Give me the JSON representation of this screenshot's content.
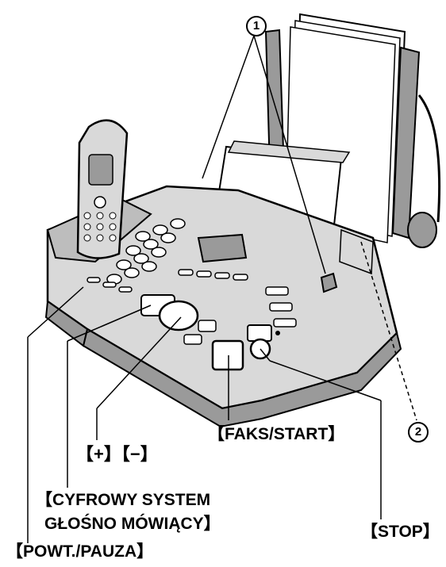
{
  "callouts": {
    "one": "1",
    "two": "2"
  },
  "labels": {
    "volume": "【+】【−】",
    "fax_start": "【FAKS/START】",
    "speaker_line1": "【CYFROWY SYSTEM",
    "speaker_line2": "GŁOŚNO MÓWIĄCY】",
    "stop": "【STOP】",
    "redial": "【POWT./PAUZA】"
  },
  "colors": {
    "ink": "#000000",
    "body_fill": "#d9d9d9",
    "dark_fill": "#9a9a9a",
    "paper": "#ffffff"
  }
}
